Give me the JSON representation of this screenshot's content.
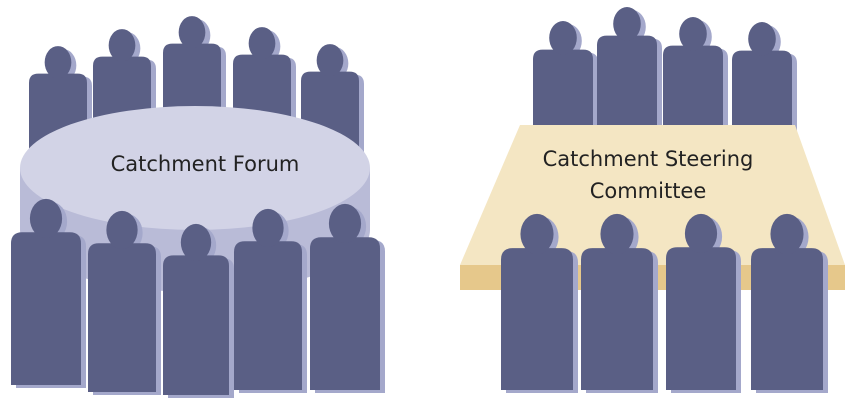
{
  "colors": {
    "person_fill": "#5a5f85",
    "person_shadow": "#a4a8cb",
    "round_table_top": "#d2d3e6",
    "round_table_side": "#b9bbd7",
    "rect_table_top": "#f4e6c3",
    "rect_table_edge": "#e6c88b",
    "label_text": "#222222"
  },
  "icons": {
    "person": "person-silhouette-icon"
  },
  "diagrams": [
    {
      "id": "forum",
      "table": "round-table",
      "label": "Catchment Forum"
    },
    {
      "id": "steering",
      "table": "rectangular-table",
      "label_lines": [
        "Catchment Steering",
        "Committee"
      ]
    }
  ]
}
